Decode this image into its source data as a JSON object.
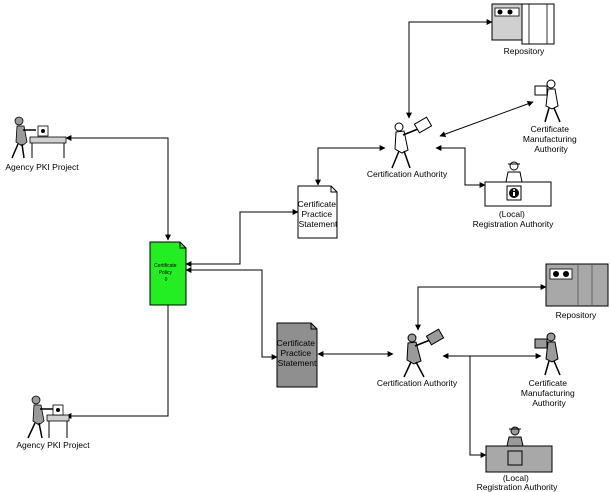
{
  "top": {
    "repository": "Repository",
    "ca": "Certification Authority",
    "cma": [
      "Certificate",
      "Manufacturing",
      "Authority"
    ],
    "ra": [
      "(Local)",
      "Registration Authority"
    ],
    "cps": [
      "Certificate",
      "Practice",
      "Statement"
    ],
    "agency": "Agency PKI Project"
  },
  "bottom": {
    "repository": "Repository",
    "ca": "Certification Authority",
    "cma": [
      "Certificate",
      "Manufacturing",
      "Authority"
    ],
    "ra": [
      "(Local)",
      "Registration Authority"
    ],
    "cps": [
      "Certificate",
      "Practice",
      "Statement"
    ],
    "agency": "Agency PKI Project"
  },
  "policy": [
    "Certificate",
    "Policy",
    "0"
  ],
  "colors": {
    "policy_fill": "#22ee22",
    "bottom_cps_fill": "#8f8f8f",
    "figure_fill": "#9a9a9a",
    "equipment_fill": "#d0d0d0"
  }
}
